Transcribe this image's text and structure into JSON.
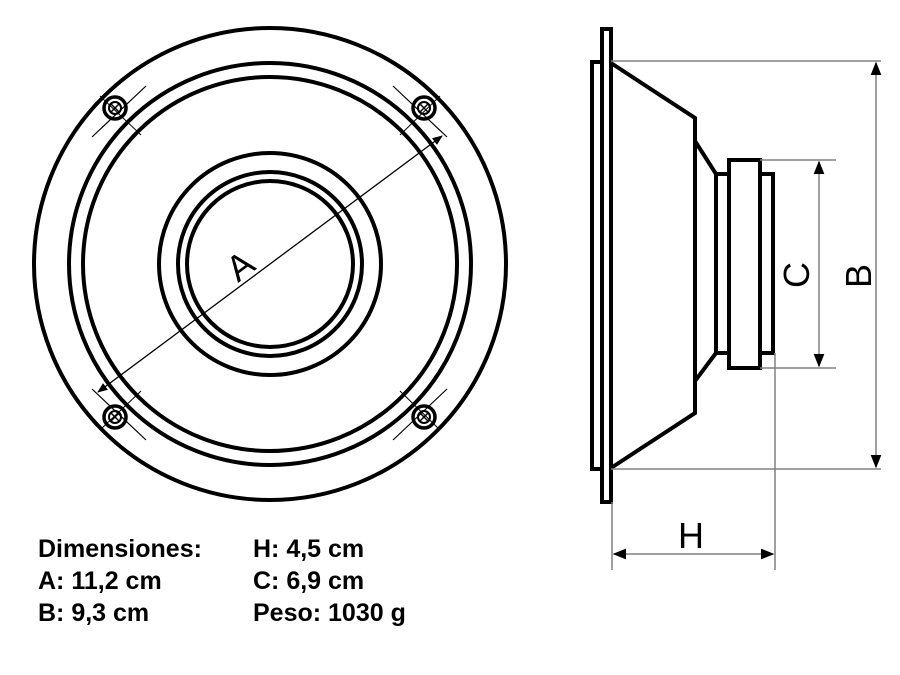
{
  "front_view": {
    "dimension_label": "A"
  },
  "side_view": {
    "dimension_labels": {
      "height": "H",
      "magnet": "C",
      "basket": "B"
    }
  },
  "specs": {
    "title": "Dimensiones:",
    "A": "A: 11,2 cm",
    "B": "B: 9,3 cm",
    "H": "H: 4,5 cm",
    "C": "C: 6,9 cm",
    "weight": "Peso: 1030 g"
  },
  "colors": {
    "line": "#000000",
    "dimension_line": "#808080",
    "background": "#ffffff"
  }
}
